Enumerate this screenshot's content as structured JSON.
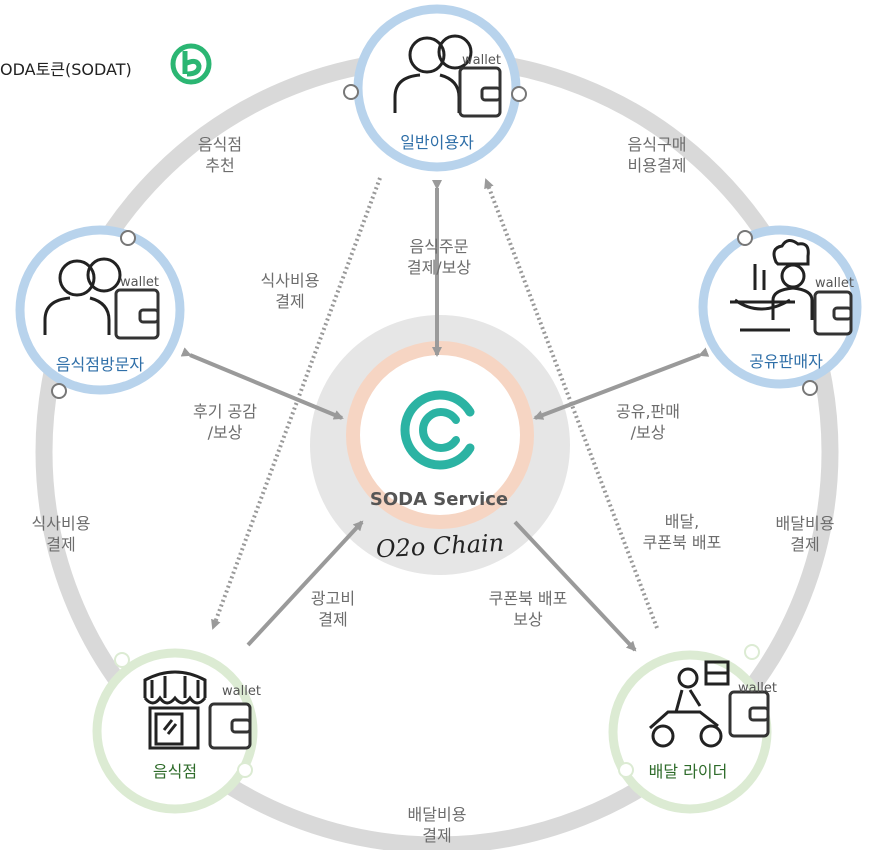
{
  "legend": {
    "label": "ODA토큰(SODAT)",
    "icon": "sodat-token-icon",
    "color": "#2bb673"
  },
  "center": {
    "service_name": "SODA Service",
    "chain_name": "O2o Chain",
    "logo_color": "#2bb3a3"
  },
  "colors": {
    "blue_ring": "#b8d3ec",
    "green_ring": "#dcebd3",
    "grey_ring": "#d9d9d9",
    "arrow": "#9a9a9a",
    "center_fill": "#e6e6e6",
    "center_ring": "#f6d5c3"
  },
  "nodes": {
    "general_user": {
      "label": "일반이용자",
      "wallet": "wallet",
      "icon": "users-icon"
    },
    "restaurant_visitor": {
      "label": "음식점방문자",
      "wallet": "wallet",
      "icon": "users-icon"
    },
    "shared_seller": {
      "label": "공유판매자",
      "wallet": "wallet",
      "icon": "chef-icon"
    },
    "restaurant": {
      "label": "음식점",
      "wallet": "wallet",
      "icon": "storefront-icon"
    },
    "delivery_rider": {
      "label": "배달 라이더",
      "wallet": "wallet",
      "icon": "delivery-scooter-icon"
    }
  },
  "edges": {
    "restaurant_recommend": [
      "음식점",
      "추천"
    ],
    "food_purchase_payment": [
      "음식구매",
      "비용결제"
    ],
    "meal_cost_payment_top": [
      "식사비용",
      "결제"
    ],
    "order_payment_reward": [
      "음식주문",
      "결제/보상"
    ],
    "review_reward": [
      "후기 공감",
      "/보상"
    ],
    "share_sell_reward": [
      "공유,판매",
      "/보상"
    ],
    "meal_cost_payment_left": [
      "식사비용",
      "결제"
    ],
    "delivery_coupon": [
      "배달,",
      "쿠폰북 배포"
    ],
    "delivery_cost_right": [
      "배달비용",
      "결제"
    ],
    "ad_cost_payment": [
      "광고비",
      "결제"
    ],
    "coupon_distribution_reward": [
      "쿠폰북 배포",
      "보상"
    ],
    "delivery_cost_bottom": [
      "배달비용",
      "결제"
    ]
  }
}
